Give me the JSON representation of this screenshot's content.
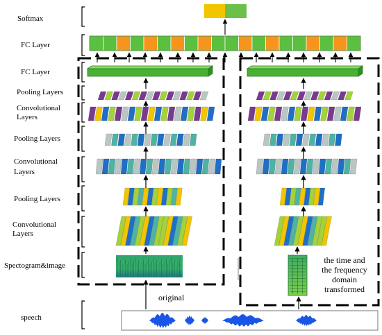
{
  "labels": {
    "softmax": "Softmax",
    "fc_top": "FC  Layer",
    "fc_mid": "FC  Layer",
    "pool1": "Pooling Layers",
    "conv1_a": "Convolutional",
    "conv1_b": "Layers",
    "pool2": "Pooling Layers",
    "conv2_a": "Convolutional",
    "conv2_b": "Layers",
    "pool3": "Pooling Layers",
    "conv3_a": "Convolutional",
    "conv3_b": "Layers",
    "spectrogram": "Spectogram&image",
    "speech": "speech"
  },
  "annotations": {
    "original": "original",
    "transformed_1": "the time  and",
    "transformed_2": "the frequency",
    "transformed_3": "domain",
    "transformed_4": "transformed"
  },
  "colors": {
    "green": "#5bbf3f",
    "orange": "#f7941d",
    "yellow": "#f2c500",
    "blue": "#1f6fc7",
    "purple": "#7a3b8f",
    "teal": "#4fb3a3",
    "gray": "#b9c6c4",
    "lime": "#a3d23a",
    "speech_blue": "#1a56e6"
  }
}
